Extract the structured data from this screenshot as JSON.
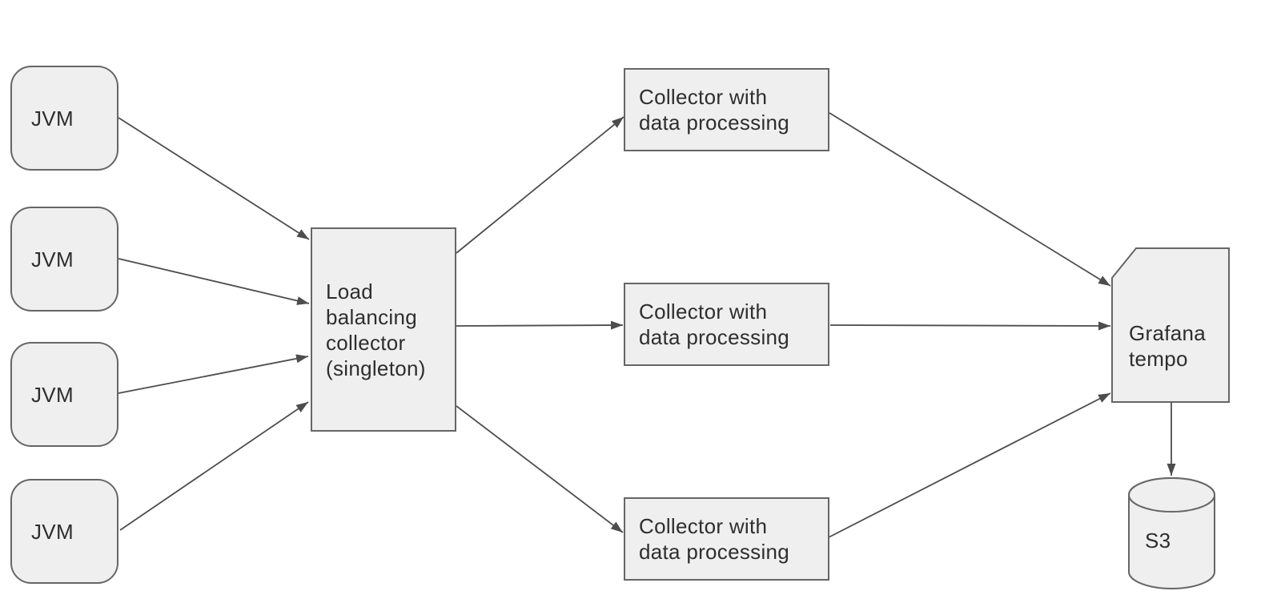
{
  "colors": {
    "node_fill": "#efefef",
    "node_border": "#666666",
    "arrow": "#4d4d4d",
    "text": "#2e2e2e",
    "canvas_bg": "#ffffff"
  },
  "nodes": {
    "jvm_1": {
      "label": "JVM"
    },
    "jvm_2": {
      "label": "JVM"
    },
    "jvm_3": {
      "label": "JVM"
    },
    "jvm_4": {
      "label": "JVM"
    },
    "load_balancer": {
      "lines": [
        "Load",
        "balancing",
        "collector",
        "(singleton)"
      ]
    },
    "collector_1": {
      "lines": [
        "Collector with",
        "data processing"
      ]
    },
    "collector_2": {
      "lines": [
        "Collector with",
        "data processing"
      ]
    },
    "collector_3": {
      "lines": [
        "Collector with",
        "data processing"
      ]
    },
    "grafana_tempo": {
      "lines": [
        "Grafana",
        "tempo"
      ]
    },
    "s3": {
      "label": "S3"
    }
  },
  "edges": [
    {
      "from": "jvm_1",
      "to": "load_balancer"
    },
    {
      "from": "jvm_2",
      "to": "load_balancer"
    },
    {
      "from": "jvm_3",
      "to": "load_balancer"
    },
    {
      "from": "jvm_4",
      "to": "load_balancer"
    },
    {
      "from": "load_balancer",
      "to": "collector_1"
    },
    {
      "from": "load_balancer",
      "to": "collector_2"
    },
    {
      "from": "load_balancer",
      "to": "collector_3"
    },
    {
      "from": "collector_1",
      "to": "grafana_tempo"
    },
    {
      "from": "collector_2",
      "to": "grafana_tempo"
    },
    {
      "from": "collector_3",
      "to": "grafana_tempo"
    },
    {
      "from": "grafana_tempo",
      "to": "s3"
    }
  ]
}
